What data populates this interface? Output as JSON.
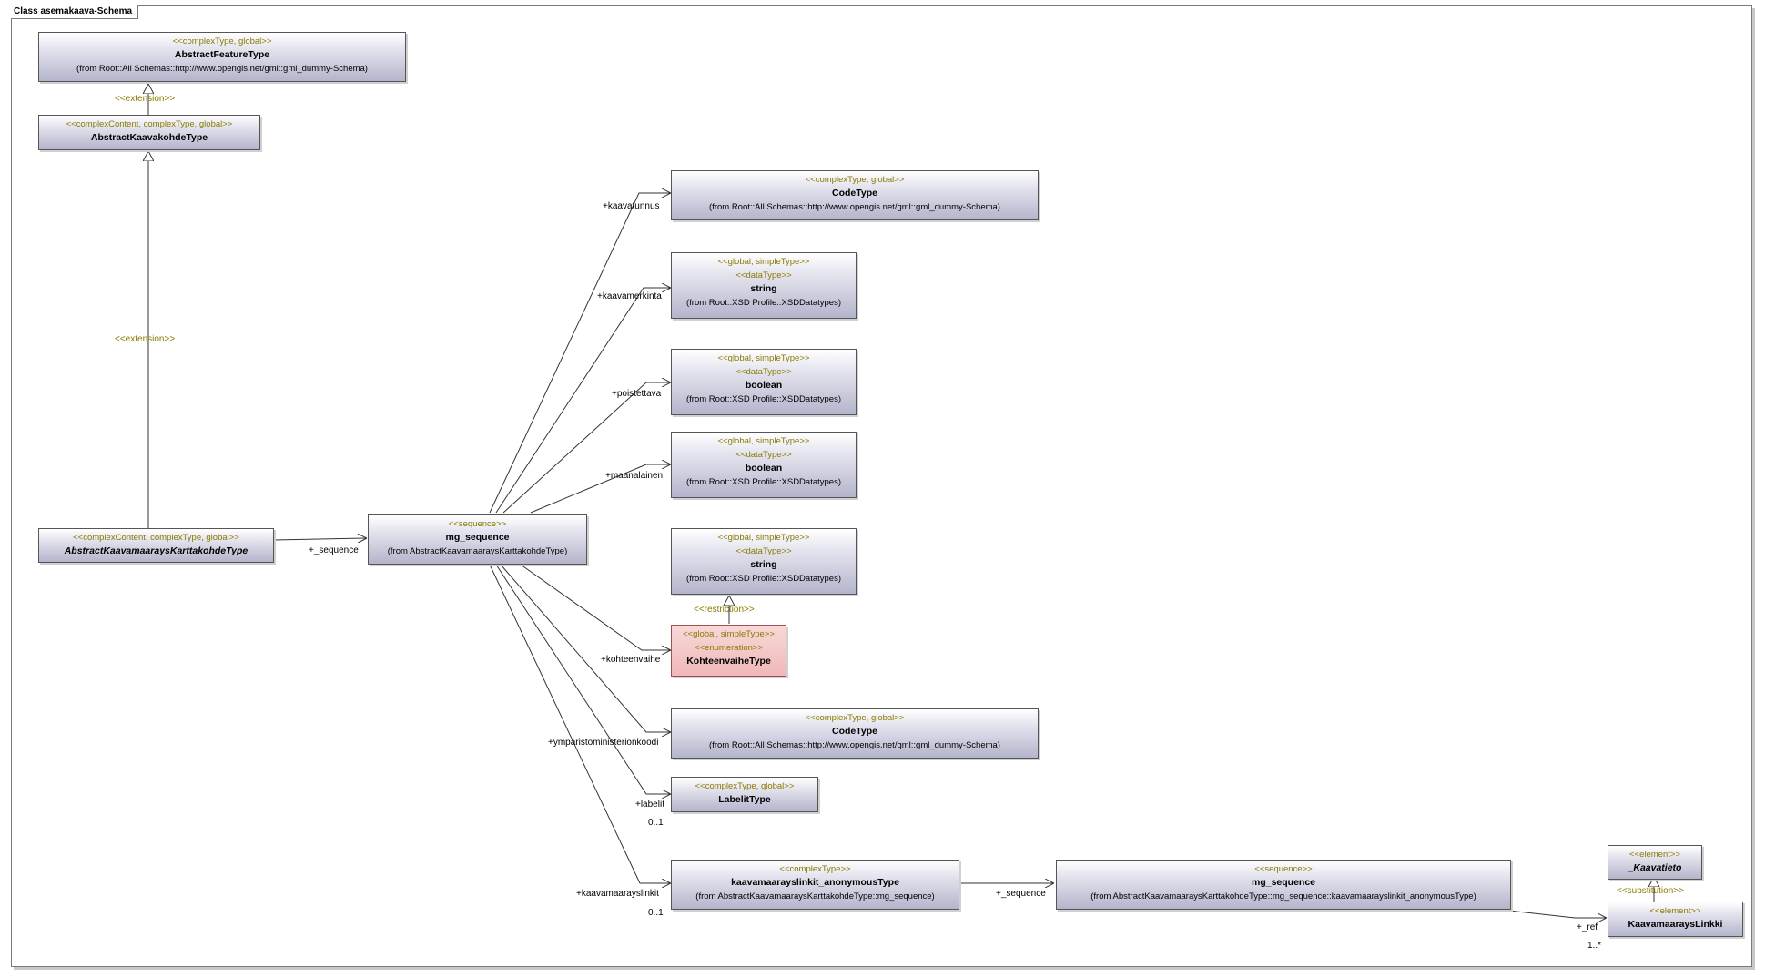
{
  "frame": {
    "title": "Class asemakaava-Schema"
  },
  "classes": {
    "abstract_feature_type": {
      "stereotype": "<<complexType, global>>",
      "name": "AbstractFeatureType",
      "from": "(from Root::All Schemas::http://www.opengis.net/gml::gml_dummy-Schema)"
    },
    "abstract_kaavakohde_type": {
      "stereotype": "<<complexContent, complexType, global>>",
      "name": "AbstractKaavakohdeType"
    },
    "abstract_kaavamaarays_type": {
      "stereotype": "<<complexContent, complexType, global>>",
      "name": "AbstractKaavamaaraysKarttakohdeType"
    },
    "mg_sequence_main": {
      "stereotype": "<<sequence>>",
      "name": "mg_sequence",
      "from": "(from AbstractKaavamaaraysKarttakohdeType)"
    },
    "code_type_1": {
      "stereotype": "<<complexType, global>>",
      "name": "CodeType",
      "from": "(from Root::All Schemas::http://www.opengis.net/gml::gml_dummy-Schema)"
    },
    "string_1": {
      "stereotype": "<<global, simpleType>>",
      "stereotype2": "<<dataType>>",
      "name": "string",
      "from": "(from Root::XSD Profile::XSDDatatypes)"
    },
    "boolean_1": {
      "stereotype": "<<global, simpleType>>",
      "stereotype2": "<<dataType>>",
      "name": "boolean",
      "from": "(from Root::XSD Profile::XSDDatatypes)"
    },
    "boolean_2": {
      "stereotype": "<<global, simpleType>>",
      "stereotype2": "<<dataType>>",
      "name": "boolean",
      "from": "(from Root::XSD Profile::XSDDatatypes)"
    },
    "string_2": {
      "stereotype": "<<global, simpleType>>",
      "stereotype2": "<<dataType>>",
      "name": "string",
      "from": "(from Root::XSD Profile::XSDDatatypes)"
    },
    "kohteenvaihe_type": {
      "stereotype": "<<global, simpleType>>",
      "stereotype2": "<<enumeration>>",
      "name": "KohteenvaiheType"
    },
    "code_type_2": {
      "stereotype": "<<complexType, global>>",
      "name": "CodeType",
      "from": "(from Root::All Schemas::http://www.opengis.net/gml::gml_dummy-Schema)"
    },
    "labelit_type": {
      "stereotype": "<<complexType, global>>",
      "name": "LabelitType"
    },
    "kaavamaarayslinkit_type": {
      "stereotype": "<<complexType>>",
      "name": "kaavamaarayslinkit_anonymousType",
      "from": "(from AbstractKaavamaaraysKarttakohdeType::mg_sequence)"
    },
    "mg_sequence_2": {
      "stereotype": "<<sequence>>",
      "name": "mg_sequence",
      "from": "(from AbstractKaavamaaraysKarttakohdeType::mg_sequence::kaavamaarayslinkit_anonymousType)"
    },
    "kaavatieto": {
      "stereotype": "<<element>>",
      "name": "_Kaavatieto"
    },
    "kaavamaarays_linkki": {
      "stereotype": "<<element>>",
      "name": "KaavamaaraysLinkki"
    }
  },
  "relations": {
    "extension_1": "<<extension>>",
    "extension_2": "<<extension>>",
    "restriction": "<<restriction>>",
    "substitution": "<<substitution>>",
    "role_sequence_1": "+_sequence",
    "role_sequence_2": "+_sequence",
    "role_kaavatunnus": "+kaavatunnus",
    "role_kaavamerkinta": "+kaavamerkinta",
    "role_poistettava": "+poistettava",
    "role_maanalainen": "+maanalainen",
    "role_kohteenvaihe": "+kohteenvaihe",
    "role_ymparistoministerionkoodi": "+ymparistoministerionkoodi",
    "role_labelit": "+labelit",
    "mult_labelit": "0..1",
    "role_kaavamaarayslinkit": "+kaavamaarayslinkit",
    "mult_kaavamaarayslinkit": "0..1",
    "role_ref": "+_ref",
    "mult_ref": "1..*"
  }
}
